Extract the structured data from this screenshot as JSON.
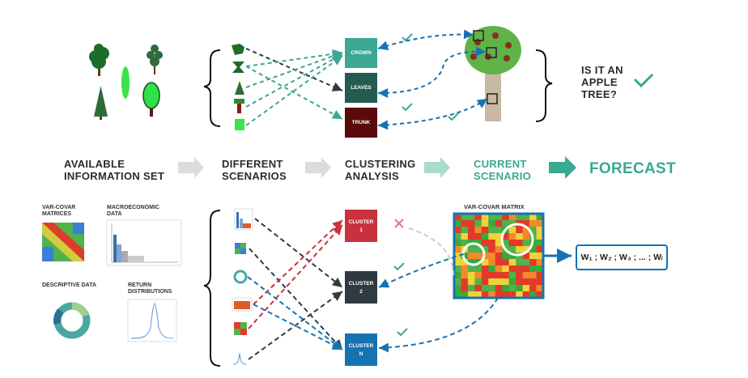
{
  "top": {
    "boxes": [
      {
        "id": "crown",
        "label": "CROWN",
        "color": "#3aa893"
      },
      {
        "id": "leaves",
        "label": "LEAVES",
        "color": "#245a4f"
      },
      {
        "id": "trunk",
        "label": "TRUNK",
        "color": "#5b0a0a"
      }
    ],
    "question": "IS IT AN APPLE TREE?"
  },
  "flow": {
    "stages": [
      {
        "label": "AVAILABLE INFORMATION SET",
        "color": "#2b2b2b"
      },
      {
        "label": "DIFFERENT SCENARIOS",
        "color": "#2b2b2b"
      },
      {
        "label": "CLUSTERING ANALYSIS",
        "color": "#2b2b2b"
      },
      {
        "label": "CURRENT SCENARIO",
        "color": "#3aa893"
      },
      {
        "label": "FORECAST",
        "color": "#3aa893"
      }
    ]
  },
  "bottom": {
    "info_labels": {
      "varcovar": "VAR-COVAR MATRICES",
      "macro": "MACROECONOMIC DATA",
      "descriptive": "DESCRIPTIVE DATA",
      "returns": "RETURN DISTRIBUTIONS"
    },
    "clusters": [
      {
        "id": "c1",
        "title": "CLUSTER",
        "num": "1",
        "color": "#c8323f"
      },
      {
        "id": "c2",
        "title": "CLUSTER",
        "num": "2",
        "color": "#2f3a42"
      },
      {
        "id": "cn",
        "title": "CLUSTER",
        "num": "N",
        "color": "#1673b3"
      }
    ],
    "matrix_title": "VAR-COVAR MATRIX",
    "weights": "W₁ ; W₂ ; W₃ ; ... ; Wᵢ"
  },
  "colors": {
    "teal": "#3aa893",
    "blue": "#1673b3",
    "dark": "#2f3a42",
    "red": "#c8323f",
    "grey_arrow": "#dcdcdc",
    "check": "#3aa893"
  }
}
